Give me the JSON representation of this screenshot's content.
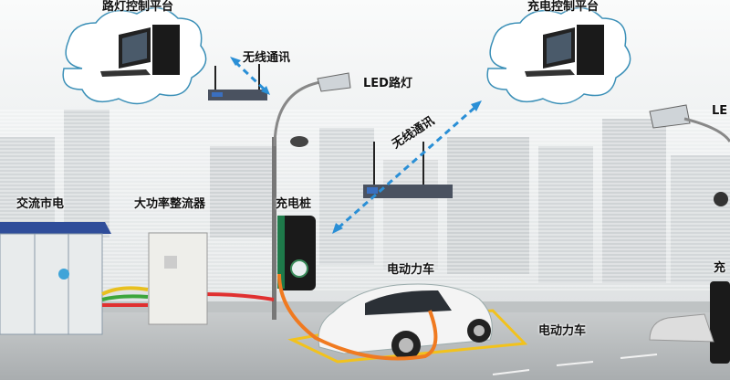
{
  "labels": {
    "street_light_platform": "路灯控制平台",
    "wireless_1": "无线通讯",
    "led_light": "LED路灯",
    "charging_platform": "充电控制平台",
    "wireless_2": "无线通讯",
    "ac_mains": "交流市电",
    "rectifier": "大功率整流器",
    "charging_pile": "充电桩",
    "ev_1": "电动力车",
    "ev_2": "电动力车",
    "led_light_cut": "LE",
    "charging_pile_cut": "充"
  },
  "colors": {
    "cloud": "#3a8fb7",
    "wireless_arrow": "#2a8fd6",
    "cable": "#f07a20",
    "parking_line": "#f2c21c",
    "pile": "#1e7a4a",
    "transformer_roof": "#2f4d9a"
  }
}
